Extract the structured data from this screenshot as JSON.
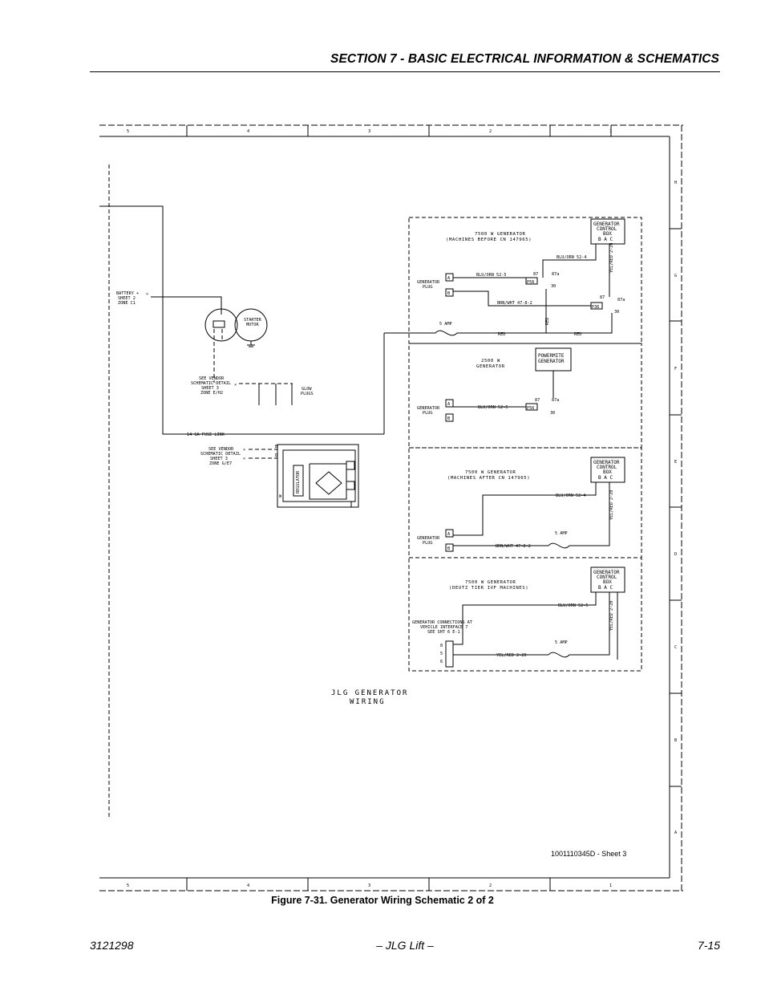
{
  "header": {
    "section_title": "SECTION 7 - BASIC ELECTRICAL INFORMATION & SCHEMATICS"
  },
  "border": {
    "columns": [
      "5",
      "4",
      "3",
      "2",
      "1"
    ],
    "rows": [
      "H",
      "G",
      "F",
      "E",
      "D",
      "C",
      "B",
      "A"
    ]
  },
  "left_side": {
    "battery_ref": [
      "BATTERY +",
      "SHEET 2",
      "ZONE C1"
    ],
    "starter_motor": [
      "STARTER",
      "MOTOR"
    ],
    "vendor_ref_1": [
      "SEE VENDOR",
      "SCHEMATIC DETAIL",
      "SHEET 3",
      "ZONE E/H2"
    ],
    "glow_plugs": [
      "GLOW",
      "PLUGS"
    ],
    "fuse_line": "14 GA FUSE LINK",
    "vendor_ref_2": [
      "SEE VENDOR",
      "SCHEMATIC DETAIL",
      "SHEET 3",
      "ZONE G/E7"
    ],
    "regulator": "REGULATOR",
    "b_label": "B",
    "d_label": "D",
    "w_label": "W"
  },
  "panel1": {
    "title": [
      "7500 W GENERATOR",
      "(MACHINES BEFORE CN 147965)"
    ],
    "control_box": [
      "GENERATOR",
      "CONTROL",
      "BOX",
      "B  A  C"
    ],
    "plug_label": [
      "GENERATOR",
      "PLUG"
    ],
    "pins": [
      "A",
      "B"
    ],
    "wire_blu_top": "BLU/ORN 52-4",
    "wire_blu": "BLU/ORN 52-5",
    "wire_brn": "BRN/WHT 47-8-2",
    "wire_yel": "YEL/RED 2-20",
    "wire_red": "RED",
    "wire_red2": "RED",
    "wire_red_v": "RED",
    "fuse": "5 AMP",
    "relay1": [
      "87",
      "87a",
      "30"
    ],
    "relay2": [
      "87",
      "87a",
      "30"
    ],
    "relay_tag": "P56",
    "relay_tag2": "P36"
  },
  "panel2": {
    "title": [
      "2500 W",
      "GENERATOR"
    ],
    "box": [
      "POWERMITE",
      "GENERATOR"
    ],
    "plug_label": [
      "GENERATOR",
      "PLUG"
    ],
    "pins": [
      "A",
      "B"
    ],
    "wire_blu": "BLU/ORN 52-5",
    "relay": [
      "87",
      "87a",
      "30"
    ],
    "relay_tag": "P56"
  },
  "panel3": {
    "title": [
      "7500 W GENERATOR",
      "(MACHINES AFTER CN 147965)"
    ],
    "control_box": [
      "GENERATOR",
      "CONTROL",
      "BOX",
      "B  A  C"
    ],
    "plug_label": [
      "GENERATOR",
      "PLUG"
    ],
    "pins": [
      "A",
      "B"
    ],
    "wire_blu": "BLU/ORN 52-4",
    "wire_brn": "BRN/WHT 47-8-2",
    "wire_yel": "YEL/RED 2-20",
    "fuse": "5 AMP"
  },
  "panel4": {
    "title": [
      "7500 W GENERATOR",
      "(DEUTZ TIER IVF MACHINES)"
    ],
    "control_box": [
      "GENERATOR",
      "CONTROL",
      "BOX",
      "B  A  C"
    ],
    "conn_label": [
      "GENERATOR CONNECTIONS AT",
      "VEHICLE INTERFACE 7",
      "SEE SHT 6 E-1"
    ],
    "pins": [
      "8",
      "5",
      "6"
    ],
    "wire_blu": "BLU/ORN 52-5",
    "wire_yel_v": "YEL/RED 2-20",
    "wire_yel": "YEL/RED 2-20",
    "fuse": "5 AMP"
  },
  "drawing_title": [
    "JLG GENERATOR",
    "WIRING"
  ],
  "drawing_number": "1001110345D - Sheet 3",
  "figure_caption": "Figure 7-31.  Generator Wiring Schematic 2 of 2",
  "footer": {
    "doc_number": "3121298",
    "center": "– JLG Lift –",
    "page": "7-15"
  }
}
